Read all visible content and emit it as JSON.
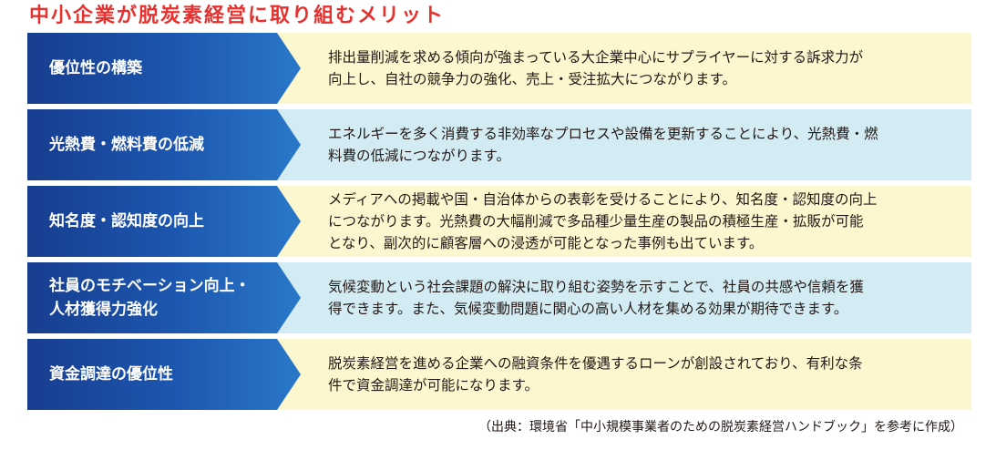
{
  "title": "中小企業が脱炭素経営に取り組むメリット",
  "rows": [
    {
      "label": "優位性の構築",
      "description": "排出量削減を求める傾向が強まっている大企業中心にサプライヤーに対する訴求力が\n向上し、自社の競争力の強化、売上・受注拡大につながります。",
      "bg": "yellow"
    },
    {
      "label": "光熱費・燃料費の低減",
      "description": "エネルギーを多く消費する非効率なプロセスや設備を更新することにより、光熱費・燃\n料費の低減につながります。",
      "bg": "blue"
    },
    {
      "label": "知名度・認知度の向上",
      "description": "メディアへの掲載や国・自治体からの表彰を受けることにより、知名度・認知度の向上\nにつながります。光熱費の大幅削減で多品種少量生産の製品の積極生産・拡販が可能\nとなり、副次的に顧客層への浸透が可能となった事例も出ています。",
      "bg": "yellow"
    },
    {
      "label": "社員のモチベーション向上・\n人材獲得力強化",
      "description": "気候変動という社会課題の解決に取り組む姿勢を示すことで、社員の共感や信頼を獲\n得できます。また、気候変動問題に関心の高い人材を集める効果が期待できます。",
      "bg": "blue"
    },
    {
      "label": "資金調達の優位性",
      "description": "脱炭素経営を進める企業への融資条件を優遇するローンが創設されており、有利な条\n件で資金調達が可能になります。",
      "bg": "yellow"
    }
  ],
  "source": "（出典：環境省「中小規模事業者のための脱炭素経営ハンドブック」を参考に作成）",
  "colors": {
    "title": "#e6312e",
    "label_bg": "#1d57b0",
    "yellow_bg": "#fdf7cf",
    "blue_bg": "#d3ecf4"
  }
}
